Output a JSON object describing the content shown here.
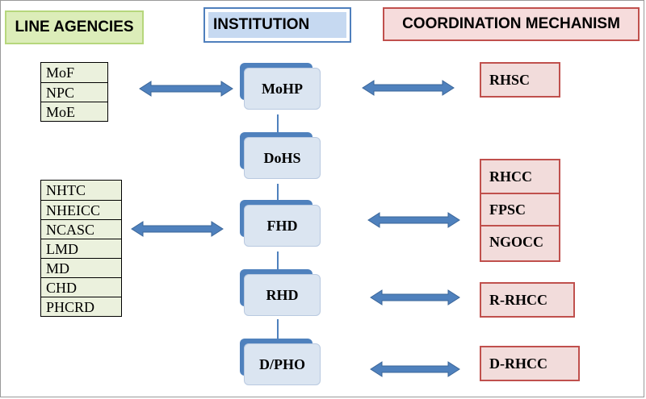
{
  "headers": {
    "line_agencies": "LINE AGENCIES",
    "institution": "INSTITUTION",
    "coordination": "COORDINATION MECHANISM"
  },
  "line_agencies": {
    "group1": [
      "MoF",
      "NPC",
      "MoE"
    ],
    "group2": [
      "NHTC",
      "NHEICC",
      "NCASC",
      "LMD",
      "MD",
      "CHD",
      "PHCRD"
    ]
  },
  "institutions": [
    "MoHP",
    "DoHS",
    "FHD",
    "RHD",
    "D/PHO"
  ],
  "coordination": {
    "rhsc": "RHSC",
    "stack": [
      "RHCC",
      "FPSC",
      "NGOCC"
    ],
    "r_rhcc": "R-RHCC",
    "d_rhcc": "D-RHCC"
  },
  "colors": {
    "arrow": "#4f81bd",
    "institution_back": "#4f81bd",
    "institution_front": "#dbe5f1",
    "agency_fill": "#ebf1dd",
    "mechanism_fill": "#f2dcdb",
    "mechanism_border": "#c0504d"
  }
}
